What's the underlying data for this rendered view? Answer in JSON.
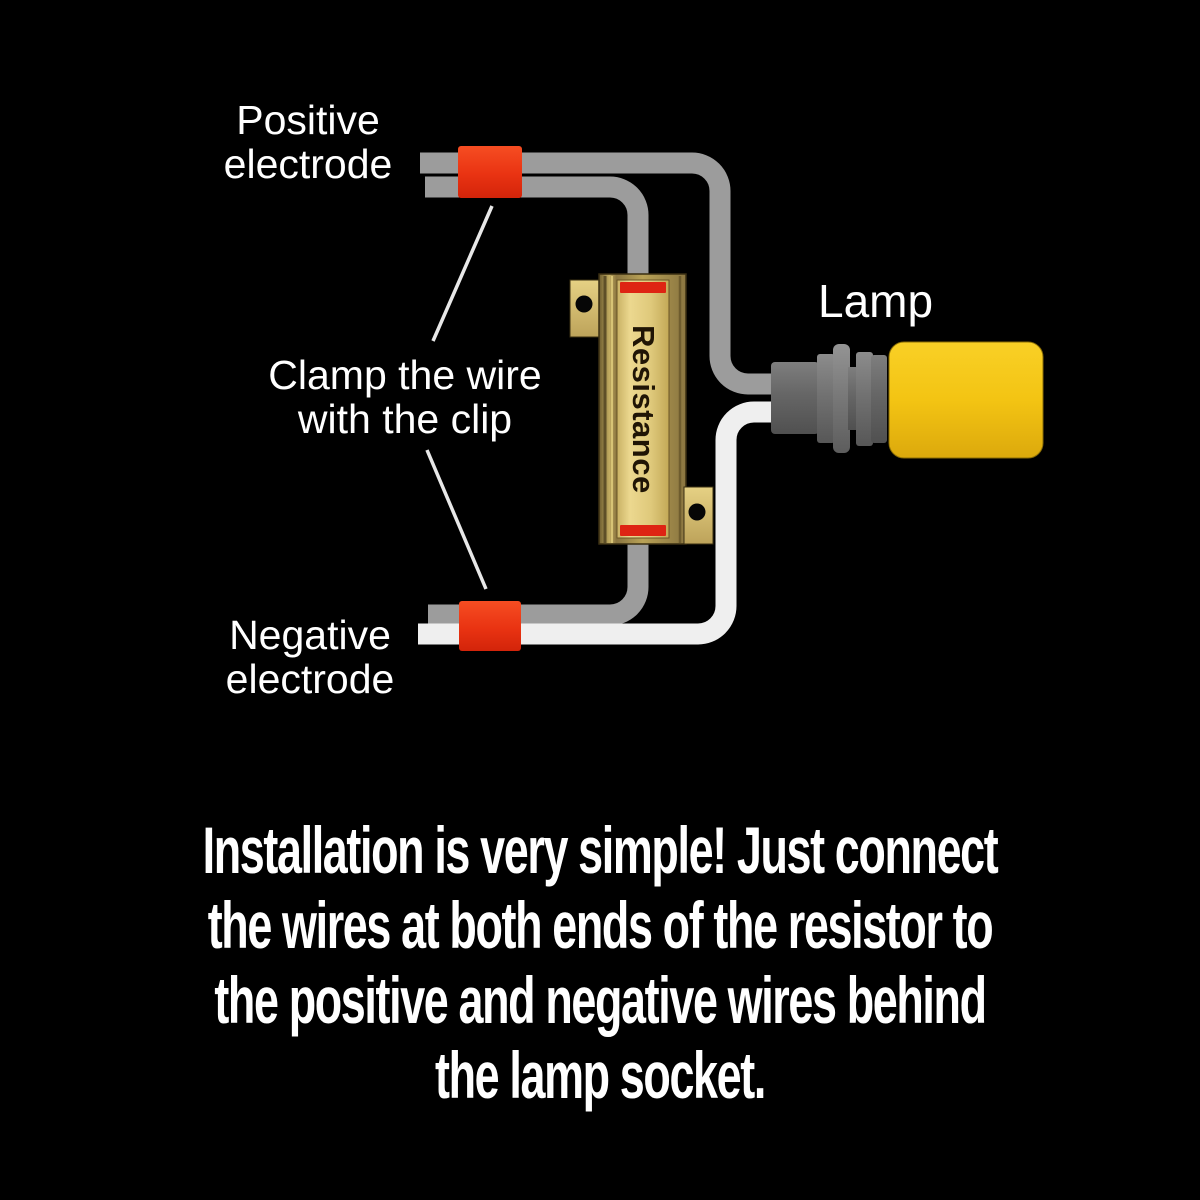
{
  "diagram": {
    "labels": {
      "positive_line1": "Positive",
      "positive_line2": "electrode",
      "clamp_line1": "Clamp the wire",
      "clamp_line2": "with the clip",
      "negative_line1": "Negative",
      "negative_line2": "electrode",
      "lamp": "Lamp",
      "resistance": "Resistance"
    },
    "colors": {
      "background": "#000000",
      "wire_gray": "#9c9c9c",
      "wire_white": "#efefef",
      "annotation_line": "#e8e8e8",
      "clip_red": "#ea3a17",
      "resistor_gold": "#b9a256",
      "resistor_panel": "#e2cc7d",
      "resistor_stripe": "#de2413",
      "socket_gray": "#6e6e6e",
      "bulb_yellow": "#f3c513",
      "label_text": "#ffffff",
      "resistance_text": "#201505"
    }
  },
  "caption": {
    "lines": [
      "Installation is very simple! Just connect",
      "the wires at both ends of the resistor to",
      "the positive and negative wires behind",
      "the lamp socket."
    ]
  }
}
